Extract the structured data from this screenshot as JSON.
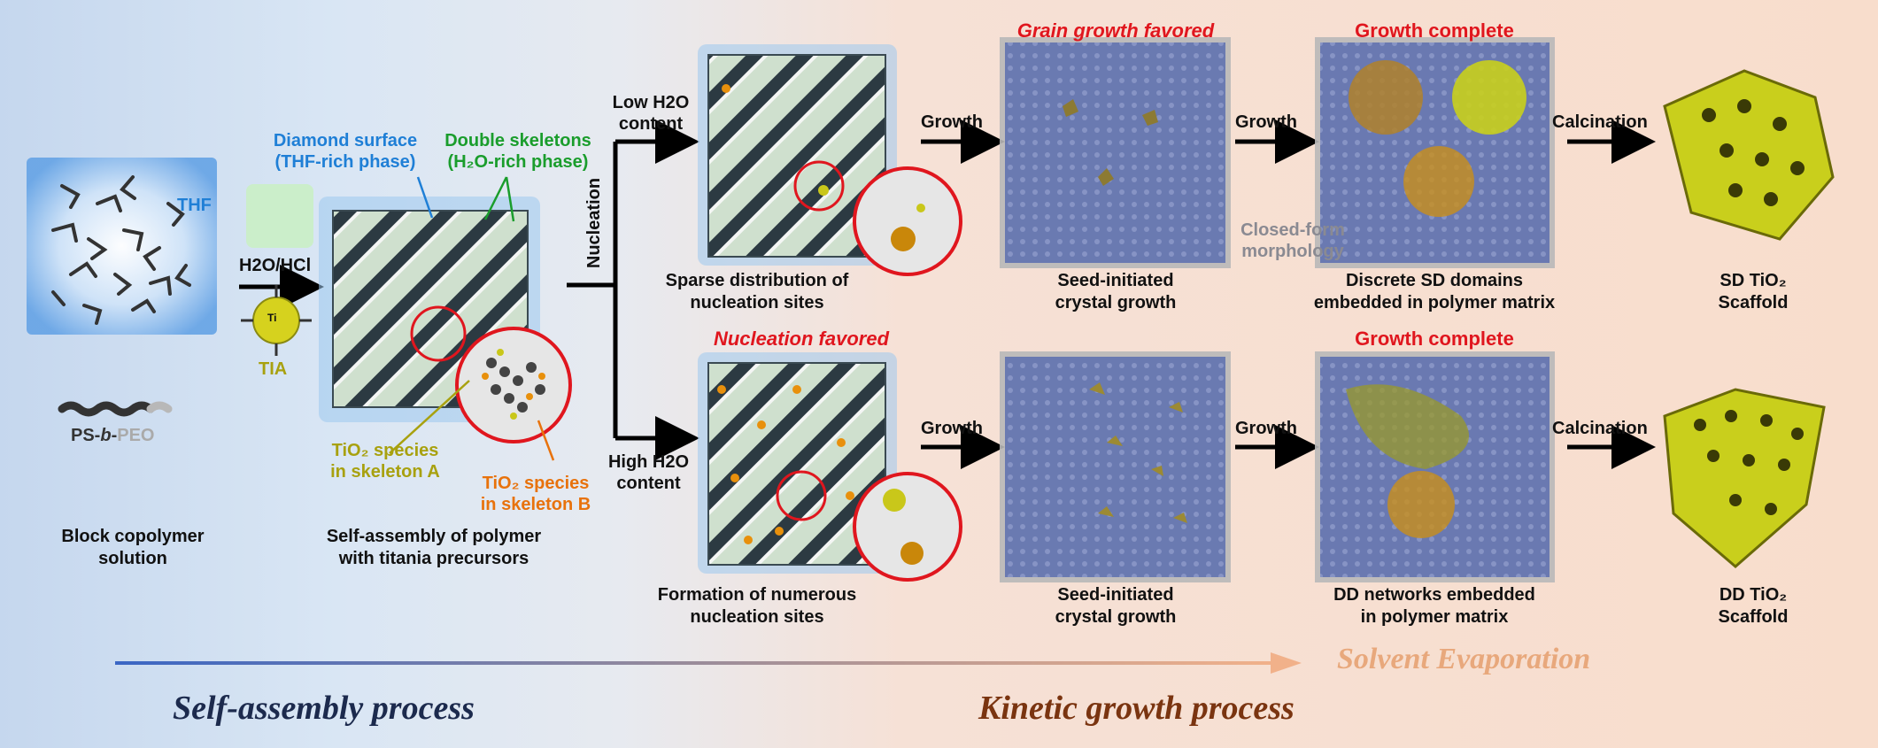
{
  "stage1": {
    "thf": "THF",
    "polymer_ps": "PS-",
    "polymer_b": "b",
    "polymer_dash": "-",
    "polymer_peo": "PEO",
    "caption_l1": "Block copolymer",
    "caption_l2": "solution"
  },
  "reagents": {
    "h2o_hcl": "H2O/HCl",
    "tia": "TIA",
    "tia_center": "Ti"
  },
  "stage2": {
    "diamond_l1": "Diamond surface",
    "diamond_l2": "(THF-rich phase)",
    "double_l1": "Double skeletons",
    "double_l2": "(H₂O-rich phase)",
    "species_a_l1": "TiO₂ species",
    "species_a_l2": "in skeleton A",
    "species_b_l1": "TiO₂ species",
    "species_b_l2": "in skeleton B",
    "caption_l1": "Self-assembly of polymer",
    "caption_l2": "with titania precursors"
  },
  "branch": {
    "nucleation": "Nucleation",
    "low_l1": "Low H2O",
    "low_l2": "content",
    "high_l1": "High H2O",
    "high_l2": "content"
  },
  "top_row": {
    "nuc_caption_l1": "Sparse distribution of",
    "nuc_caption_l2": "nucleation sites",
    "growth1": "Growth",
    "grain_label": "Grain growth favored",
    "seed_caption_l1": "Seed-initiated",
    "seed_caption_l2": "crystal growth",
    "growth2": "Growth",
    "complete_label": "Growth complete",
    "closed_l1": "Closed-form",
    "closed_l2": "morphology",
    "domains_caption_l1": "Discrete SD domains",
    "domains_caption_l2": "embedded in polymer matrix",
    "calcination": "Calcination",
    "scaffold_l1": "SD TiO₂",
    "scaffold_l2": "Scaffold"
  },
  "bottom_row": {
    "nuc_label": "Nucleation favored",
    "nuc_caption_l1": "Formation of numerous",
    "nuc_caption_l2": "nucleation sites",
    "growth1": "Growth",
    "seed_caption_l1": "Seed-initiated",
    "seed_caption_l2": "crystal growth",
    "growth2": "Growth",
    "complete_label": "Growth complete",
    "networks_caption_l1": "DD networks embedded",
    "networks_caption_l2": "in polymer matrix",
    "calcination": "Calcination",
    "scaffold_l1": "DD TiO₂",
    "scaffold_l2": "Scaffold"
  },
  "footer": {
    "solvent": "Solvent Evaporation",
    "self_assembly": "Self-assembly process",
    "kinetic": "Kinetic growth process"
  },
  "colors": {
    "blue_label": "#1f7fd6",
    "green_label": "#1a9d2c",
    "olive_label": "#a8a10f",
    "orange_label": "#e8720c",
    "red_label": "#e0161e",
    "scaffold": "#c9cf1c",
    "matrix": "#5c6fae",
    "self_assembly_title": "#1c2a4d",
    "kinetic_title": "#7a3410",
    "solvent_title": "#e8a87c"
  }
}
